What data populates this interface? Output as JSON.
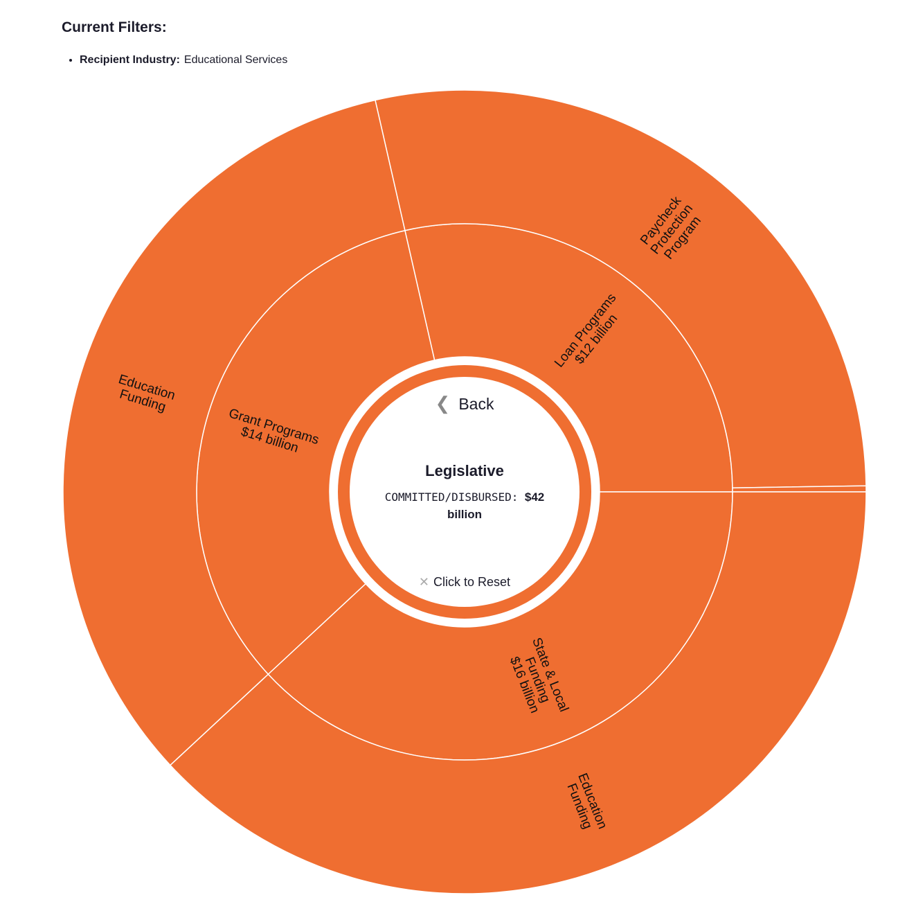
{
  "filters": {
    "title": "Current Filters:",
    "items": [
      {
        "label": "Recipient Industry:",
        "value": "Educational Services"
      }
    ]
  },
  "center": {
    "back": "Back",
    "title": "Legislative",
    "metric_label": "COMMITTED/DISBURSED:",
    "metric_value": "$42",
    "metric_unit": "billion",
    "reset": "Click to Reset"
  },
  "colors": {
    "segment": "#EF6E31",
    "border": "#ffffff"
  },
  "chart_data": {
    "type": "sunburst",
    "total": 42,
    "unit": "billion",
    "inner": [
      {
        "name": "Loan Programs",
        "value": 12,
        "label": [
          "Loan Programs",
          "$12 billion"
        ]
      },
      {
        "name": "State & Local Funding",
        "value": 16,
        "label": [
          "State & Local",
          "Funding",
          "$16 billion"
        ]
      },
      {
        "name": "Grant Programs",
        "value": 14,
        "label": [
          "Grant Programs",
          "$14 billion"
        ]
      }
    ],
    "outer": [
      {
        "name": "Paycheck Protection Program",
        "parent": 0,
        "value": 11.9,
        "label": [
          "Paycheck",
          "Protection",
          "Program"
        ]
      },
      {
        "name": "",
        "parent": 0,
        "value": 0.1,
        "label": []
      },
      {
        "name": "Education Funding",
        "parent": 1,
        "value": 16,
        "label": [
          "Education",
          "Funding"
        ]
      },
      {
        "name": "Education Funding",
        "parent": 2,
        "value": 14,
        "label": [
          "Education",
          "Funding"
        ]
      }
    ]
  }
}
